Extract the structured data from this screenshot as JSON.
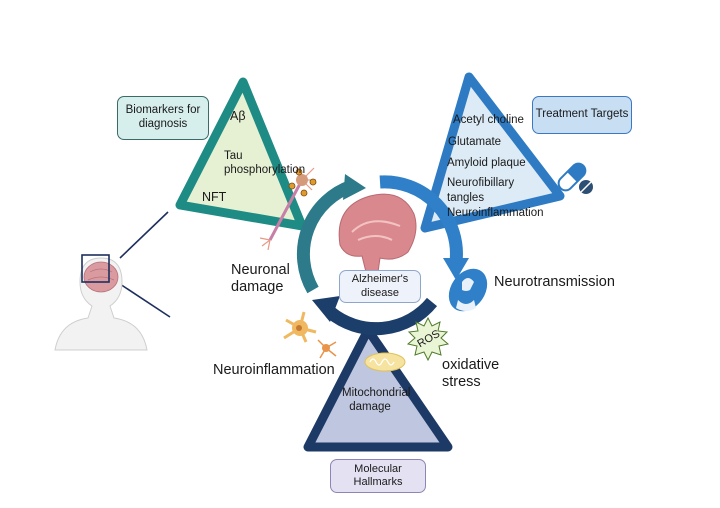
{
  "figure": {
    "title_center": "Alzheimer's disease",
    "colors": {
      "teal": "#1e8c84",
      "teal_fill": "#e6f1d3",
      "blue": "#2e7bc4",
      "blue_fill": "#dcebf5",
      "navy": "#1d3a66",
      "navy_fill": "#bfc6df",
      "cycle_teal": "#2d7a8a",
      "cycle_blue": "#2f80c8",
      "cycle_navy": "#1c3e6b"
    }
  },
  "biomarkers": {
    "box_label_line1": "Biomarkers for",
    "box_label_line2": "diagnosis",
    "items": [
      "Aβ",
      "Tau",
      "phosphorylation",
      "NFT"
    ]
  },
  "treatment": {
    "box_label": "Treatment Targets",
    "items": [
      "Acetyl choline",
      "Glutamate",
      "Amyloid plaque",
      "Neurofibillary",
      "tangles",
      "Neuroinflammation"
    ]
  },
  "molecular": {
    "box_label_line1": "Molecular",
    "box_label_line2": "Hallmarks",
    "items": [
      "Mitochondrial",
      "damage"
    ]
  },
  "center": {
    "line1": "Alzheimer's",
    "line2": "disease"
  },
  "labels": {
    "neuronal_damage_1": "Neuronal",
    "neuronal_damage_2": "damage",
    "neurotransmission": "Neurotransmission",
    "neuroinflammation": "Neuroinflammation",
    "oxidative_1": "oxidative",
    "oxidative_2": "stress",
    "ros": "ROS"
  }
}
